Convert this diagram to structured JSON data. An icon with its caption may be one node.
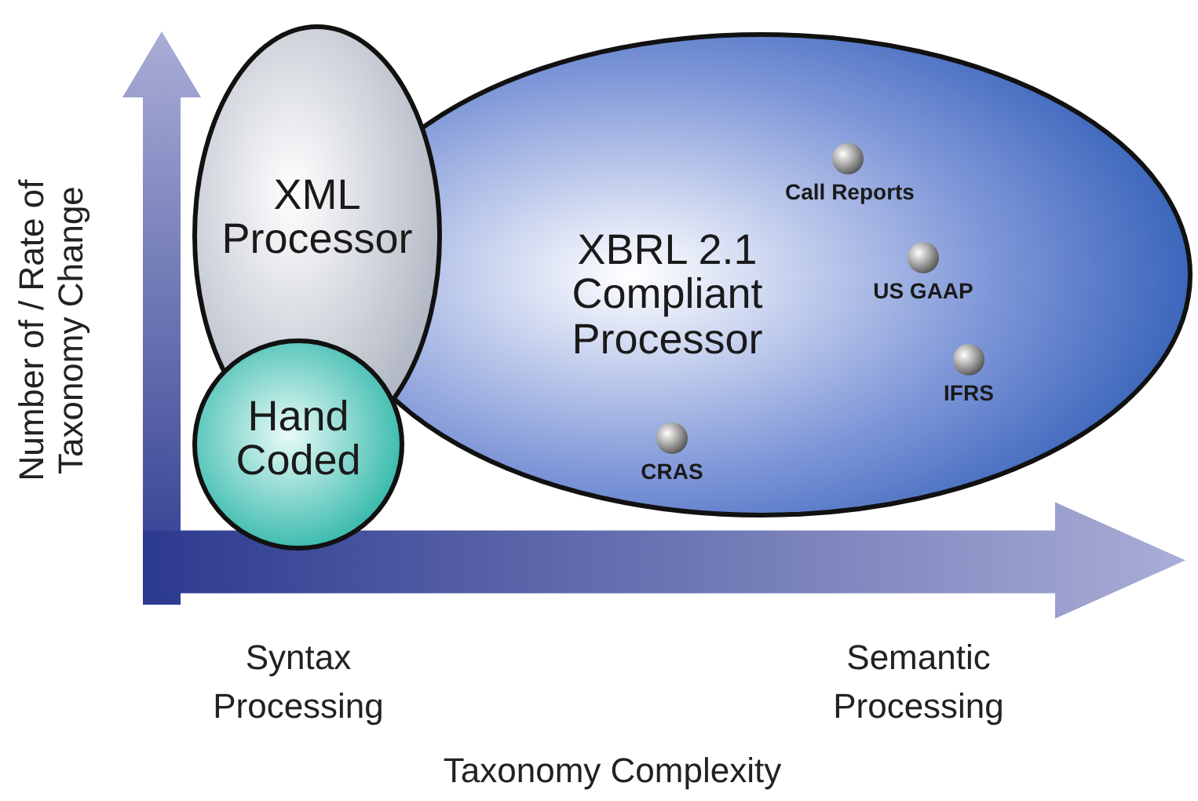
{
  "diagram": {
    "nodes": [
      {
        "text": [
          "XML Processor"
        ]
      },
      {
        "text": [
          "XBRL 2.1 Compliant Processor"
        ]
      },
      {
        "text": [
          "Hand Coded"
        ]
      },
      {
        "text": [
          "Call Reports"
        ],
        "in": 1
      },
      {
        "text": [
          "US GAAP"
        ],
        "in": 1
      },
      {
        "text": [
          "IFRS"
        ],
        "in": 1
      },
      {
        "text": [
          "CRAS"
        ],
        "in": 1
      }
    ],
    "edges": [],
    "labels": [
      "Number of / Rate of Taxonomy Change",
      "Syntax Processing",
      "Semantic Processing",
      "Taxonomy Complexity"
    ]
  }
}
